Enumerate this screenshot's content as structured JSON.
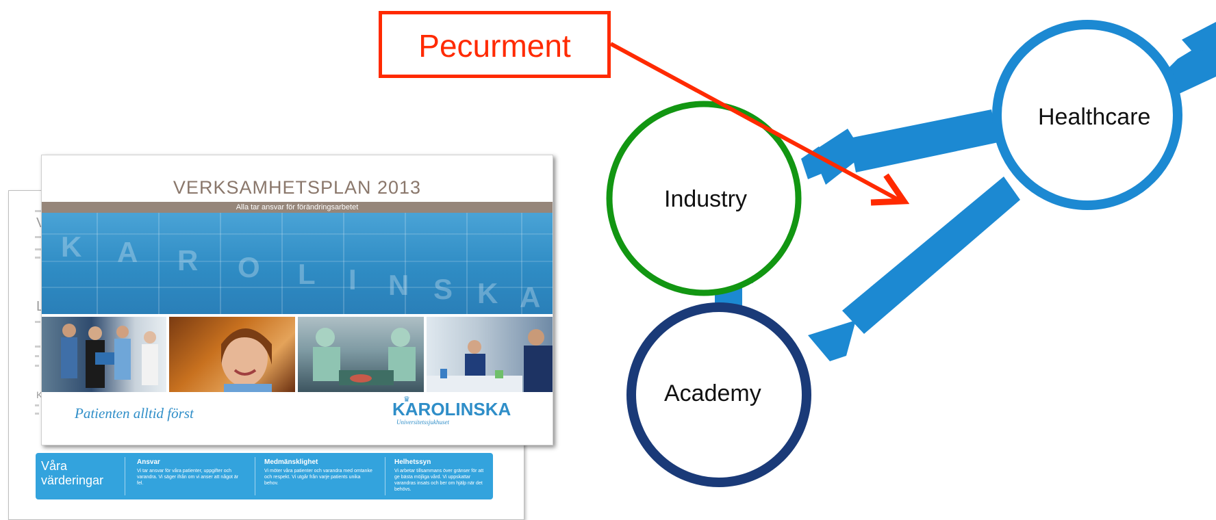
{
  "diagram": {
    "nodes": [
      {
        "id": "industry",
        "label": "Industry",
        "ring_color": "#129612"
      },
      {
        "id": "academy",
        "label": "Academy",
        "ring_color": "#1a3a78",
        "outer_ring_color": "#d43aa6"
      },
      {
        "id": "healthcare",
        "label": "Healthcare",
        "ring_color": "#1c89d2"
      }
    ],
    "edges": [
      {
        "from": "industry",
        "to": "healthcare",
        "style": "double-arrow",
        "color": "#1c89d2"
      },
      {
        "from": "academy",
        "to": "healthcare",
        "style": "double-arrow",
        "color": "#1c89d2"
      },
      {
        "from": "industry",
        "to": "academy",
        "style": "double-arrow",
        "color": "#1c89d2"
      },
      {
        "from": "healthcare",
        "to": "off-page",
        "style": "arrow",
        "color": "#1c89d2"
      },
      {
        "from": "pecurment",
        "to": "center",
        "style": "arrow",
        "color": "#ff2a00"
      }
    ],
    "pecurment": {
      "label": "Pecurment",
      "color": "#ff2a00"
    }
  },
  "brochure": {
    "title": "VERKSAMHETSPLAN 2013",
    "subtitle_band": "Alla tar ansvar för förändringsarbetet",
    "building_letters": [
      "K",
      "A",
      "R",
      "O",
      "L",
      "I",
      "N",
      "S",
      "K",
      "A"
    ],
    "tagline": "Patienten alltid först",
    "brand_name": "KAROLINSKA",
    "brand_sub": "Universitetssjukhuset"
  },
  "values_banner": {
    "title_line1": "Våra",
    "title_line2": "värderingar",
    "columns": [
      {
        "heading": "Ansvar",
        "text": "Vi tar ansvar för våra patienter, uppgifter och varandra. Vi säger ifrån om vi anser att något är fel."
      },
      {
        "heading": "Medmänsklighet",
        "text": "Vi möter våra patienter och varandra med omtanke och respekt. Vi utgår från varje patients unika behov."
      },
      {
        "heading": "Helhetssyn",
        "text": "Vi arbetar tillsammans över gränser för att ge bästa möjliga vård. Vi uppskattar varandras insats och ber om hjälp när det behövs."
      }
    ]
  },
  "background_page": {
    "letters": [
      "V",
      "L",
      "K"
    ]
  },
  "colors": {
    "accent_blue": "#1c89d2",
    "industry_green": "#129612",
    "academy_navy": "#1a3a78",
    "academy_magenta": "#d43aa6",
    "pecurment_red": "#ff2a00",
    "brochure_brown": "#8a776b",
    "brochure_blue": "#2f8ec8"
  }
}
